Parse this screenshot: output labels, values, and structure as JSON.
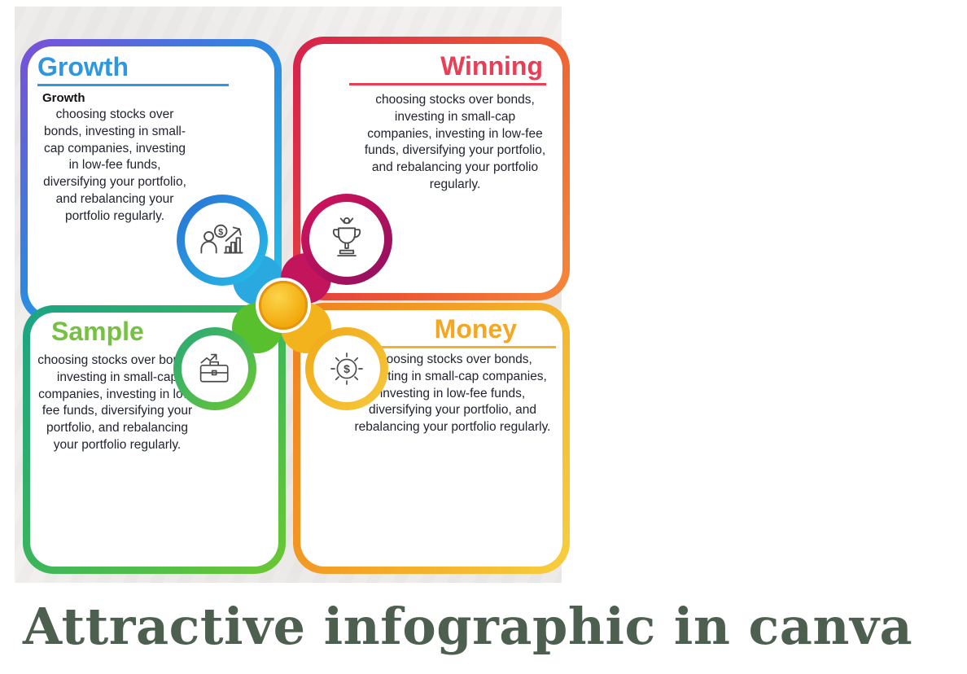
{
  "page": {
    "title": "Attractive infographic in canva",
    "title_color": "#4d604f",
    "background_color": "#ffffff"
  },
  "hub": {
    "color": "#f2a90c",
    "ring_color": "#e8940d"
  },
  "cards": {
    "growth": {
      "heading": "Growth",
      "heading_color": "#2f97e0",
      "bold_label": "Growth",
      "body": "choosing stocks over bonds, investing in small-cap companies, investing in low-fee funds, diversifying your portfolio, and rebalancing your portfolio regularly.",
      "border_gradient": [
        "#7b4fd8",
        "#22c4e8"
      ],
      "icon": "investor-growth-chart-icon"
    },
    "winning": {
      "heading": "Winning",
      "heading_color": "#ea3e56",
      "body": "choosing stocks over bonds, investing in small-cap companies, investing in low-fee funds, diversifying your portfolio, and rebalancing your portfolio regularly.",
      "border_gradient": [
        "#d6214d",
        "#f6883a"
      ],
      "icon": "trophy-winner-icon"
    },
    "sample": {
      "heading": "Sample",
      "heading_color": "#76c043",
      "body": "choosing stocks over bonds, investing in small-cap companies, investing in low-fee funds, diversifying your portfolio, and rebalancing your portfolio regularly.",
      "border_gradient": [
        "#1ba385",
        "#6cc832"
      ],
      "icon": "briefcase-growth-arrow-icon"
    },
    "money": {
      "heading": "Money",
      "heading_color": "#f5a623",
      "body": "choosing stocks over bonds, investing in small-cap companies, investing in low-fee funds, diversifying your portfolio, and rebalancing your portfolio regularly.",
      "border_gradient": [
        "#f07f1e",
        "#f6cf3e"
      ],
      "icon": "dollar-network-icon"
    }
  }
}
